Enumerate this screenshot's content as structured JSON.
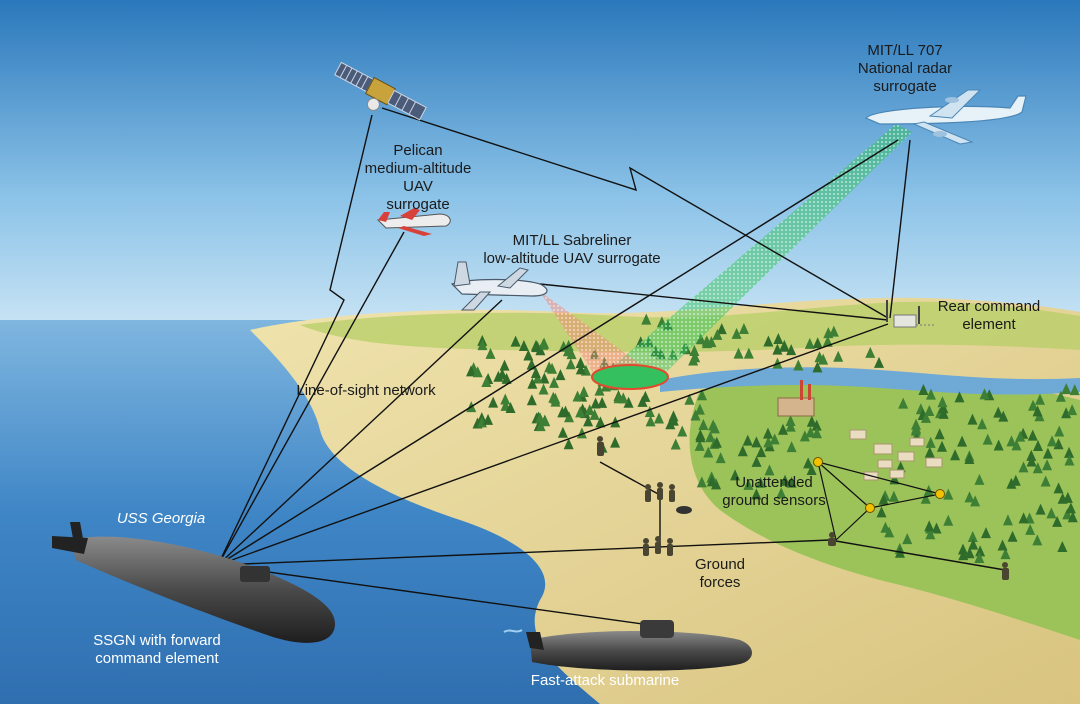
{
  "labels": {
    "mitll_707": [
      "MIT/LL 707",
      "National radar",
      "surrogate"
    ],
    "pelican": [
      "Pelican",
      "medium-altitude",
      "UAV",
      "surrogate"
    ],
    "sabreliner": [
      "MIT/LL Sabreliner",
      "low-altitude UAV surrogate"
    ],
    "rear_command": [
      "Rear command",
      "element"
    ],
    "line_of_sight": "Line-of-sight network",
    "uss_georgia": "USS Georgia",
    "unattended_sensors": [
      "Unattended",
      "ground sensors"
    ],
    "ground_forces": [
      "Ground",
      "forces"
    ],
    "ssgn": [
      "SSGN with forward",
      "command element"
    ],
    "fast_attack": "Fast-attack submarine"
  },
  "colors": {
    "sky_top": "#2f7fc0",
    "sky_bottom": "#cfe6f5",
    "sea": "#3b84c4",
    "sand": "#e8d89a",
    "grass": "#8fb84a",
    "forest": "#2f6b2a",
    "radar_beam_green": "#2fbf5a",
    "radar_beam_red": "#f08070",
    "sensor_yellow": "#f2c200",
    "link_line": "#111111"
  }
}
